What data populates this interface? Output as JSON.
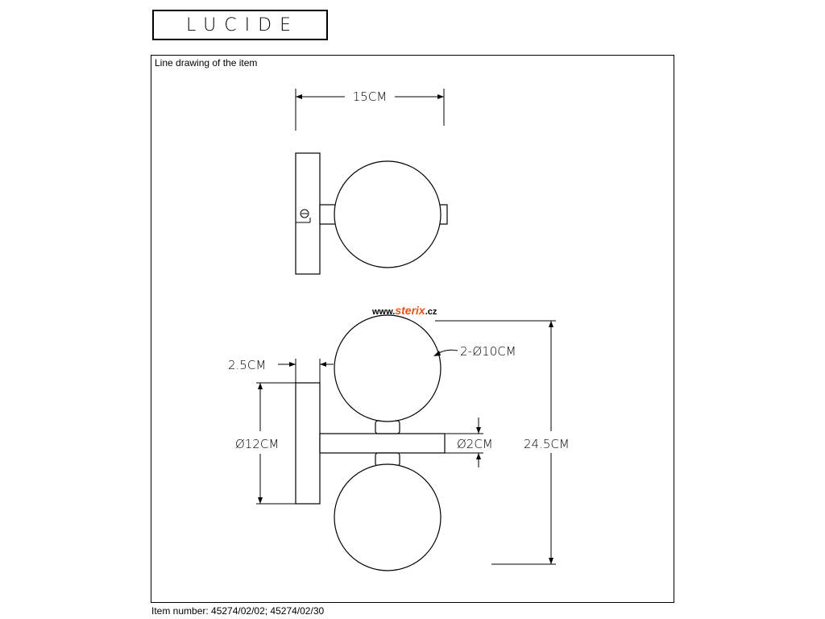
{
  "logo": {
    "text": "LUCIDE"
  },
  "frame": {
    "title": "Line drawing of the item"
  },
  "footer": {
    "item_number": "Item number: 45274/02/02; 45274/02/30"
  },
  "watermark": {
    "prefix": "www.",
    "brand": "sterix",
    "suffix": ".cz"
  },
  "dimensions": {
    "width_top": "15CM",
    "depth_base": "2.5CM",
    "base_diameter": "Ø12CM",
    "globe_diameter": "2-Ø10CM",
    "arm_diameter": "Ø2CM",
    "height": "24.5CM"
  },
  "colors": {
    "line": "#000000",
    "watermark_brand": "#e8511c",
    "background": "#ffffff"
  }
}
